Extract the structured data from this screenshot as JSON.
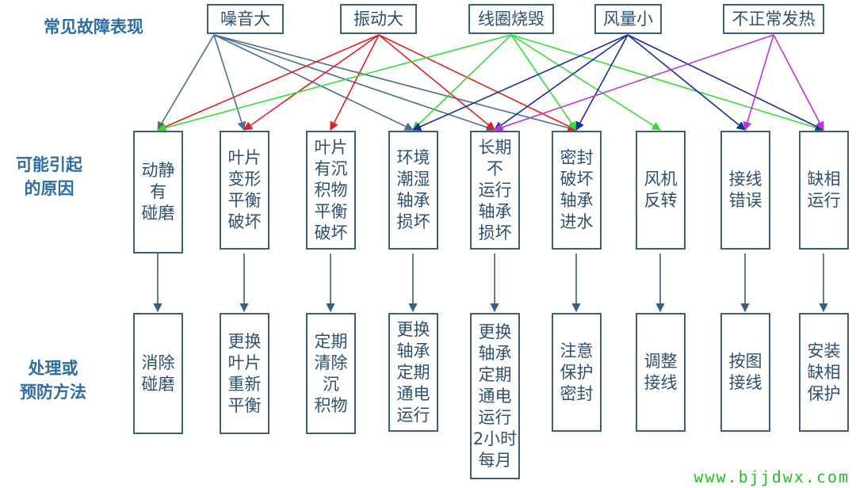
{
  "row_labels": {
    "symptoms": "常见故障表现",
    "causes": "可能引起\n的原因",
    "remedies": "处理或\n预防方法"
  },
  "symptoms": [
    "噪音大",
    "振动大",
    "线圈烧毁",
    "风量小",
    "不正常发热"
  ],
  "causes": [
    "动静\n有\n碰磨",
    "叶片\n变形\n平衡\n破坏",
    "叶片\n有沉\n积物\n平衡\n破坏",
    "环境\n潮湿\n轴承\n损坏",
    "长期\n不\n运行\n轴承\n损坏",
    "密封\n破坏\n轴承\n进水",
    "风机\n反转",
    "接线\n错误",
    "缺相\n运行"
  ],
  "remedies": [
    "消除\n碰磨",
    "更换\n叶片\n重新\n平衡",
    "定期\n清除\n沉\n积物",
    "更换\n轴承\n定期\n通电\n运行",
    "更换\n轴承\n定期\n通电\n运行\n2小时\n每月",
    "注意\n保护\n密封",
    "调整\n接线",
    "按图\n接线",
    "安装\n缺相\n保护"
  ],
  "edge_colors": [
    "#4a6f8f",
    "#e02020",
    "#33dd33",
    "#1a2f9a",
    "#bb33dd"
  ],
  "edges": [
    {
      "from": 0,
      "to": [
        0,
        1,
        3,
        4,
        5
      ]
    },
    {
      "from": 1,
      "to": [
        0,
        1,
        2,
        4,
        5
      ]
    },
    {
      "from": 2,
      "to": [
        0,
        3,
        5,
        6,
        8
      ]
    },
    {
      "from": 3,
      "to": [
        3,
        4,
        5,
        7,
        8
      ]
    },
    {
      "from": 4,
      "to": [
        4,
        7,
        8
      ]
    }
  ],
  "watermark": "www.bjjdwx.com"
}
